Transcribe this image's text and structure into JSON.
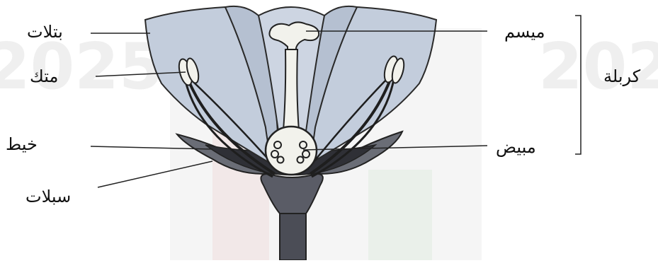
{
  "labels": {
    "petals": "بتلات",
    "anther": "متك",
    "filament": "خيط",
    "sepals": "سبلات",
    "stigma": "ميسم",
    "ovary": "مبيض",
    "carpel": "كربلة"
  },
  "watermark": {
    "left_text": "2025",
    "right_text": "202"
  },
  "colors": {
    "petal_fill": "#c3cddc",
    "petal_stroke": "#2a2a2a",
    "pistil_fill": "#f2f2ec",
    "sepal_fill": "#6a6d76",
    "receptacle_fill": "#5a5c66",
    "stem_fill": "#4b4d56",
    "watermark": "#ececec"
  }
}
